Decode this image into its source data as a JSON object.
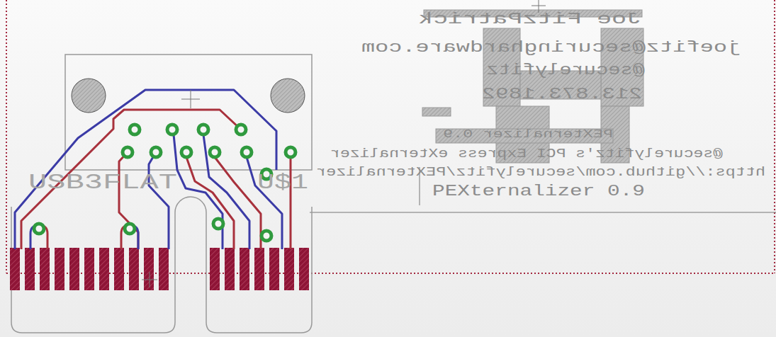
{
  "diagram": {
    "labels": [
      "Joe FitzPatrick",
      "joefitz@securinghardware.com",
      "@securelyfitz",
      "213.873.1892",
      "PEXternalizer 0.9",
      "@securelyfitz's PCI Express eXternalizer",
      "https://github.com/securelyfitz/PEXternalizer",
      "PEXternalizer 0.9",
      "USB3FLAT",
      "U$1"
    ]
  }
}
